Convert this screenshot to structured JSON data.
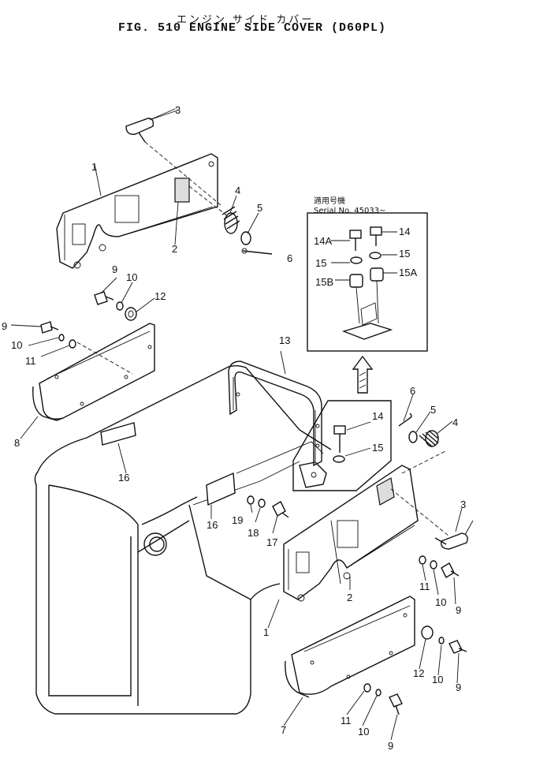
{
  "header": {
    "title_jp": "エンジン サイド カバー",
    "title_en": "FIG. 510  ENGINE  SIDE  COVER  (D60PL)"
  },
  "serial_box": {
    "label_jp": "適用号機",
    "label_en": "Serial No. 45033~"
  },
  "callouts": {
    "c1a": "1",
    "c1b": "1",
    "c2a": "2",
    "c2b": "2",
    "c3a": "3",
    "c3b": "3",
    "c4a": "4",
    "c4b": "4",
    "c5a": "5",
    "c5b": "5",
    "c6a": "6",
    "c6b": "6",
    "c7": "7",
    "c8": "8",
    "c9a": "9",
    "c9b": "9",
    "c9c": "9",
    "c9d": "9",
    "c9e": "9",
    "c10a": "10",
    "c10b": "10",
    "c10c": "10",
    "c10d": "10",
    "c10e": "10",
    "c11a": "11",
    "c11b": "11",
    "c11c": "11",
    "c12a": "12",
    "c12b": "12",
    "c13": "13",
    "c14a": "14A",
    "c14b": "14",
    "c14c": "14",
    "c15a": "15",
    "c15b": "15",
    "c15c": "15",
    "c15B": "15B",
    "c15A": "15A",
    "c16a": "16",
    "c16b": "16",
    "c17": "17",
    "c18": "18",
    "c19": "19"
  }
}
